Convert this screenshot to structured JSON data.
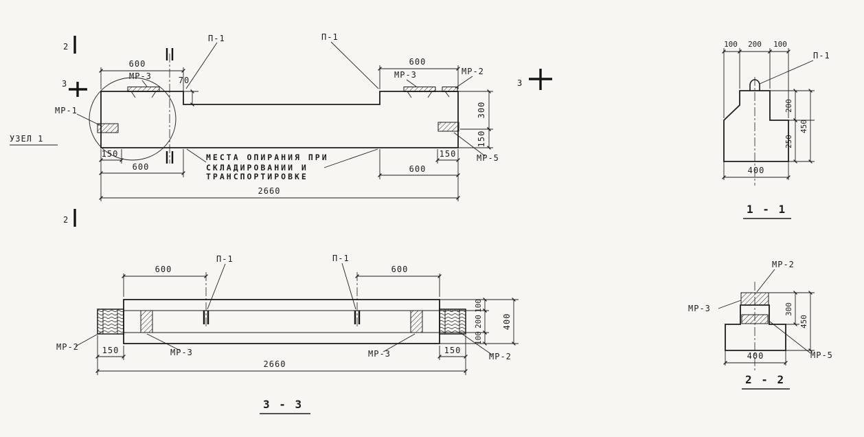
{
  "labels": {
    "p1": "П-1",
    "mp1": "МР-1",
    "mp2": "МР-2",
    "mp3": "МР-3",
    "mp5": "МР-5",
    "uzel": "УЗЕЛ 1",
    "sec2": "2",
    "sec3": "3"
  },
  "note": {
    "line1": "МЕСТА ОПИРАНИЯ ПРИ",
    "line2": "СКЛАДИРОВАНИИ И",
    "line3": "ТРАНСПОРТИРОВКЕ"
  },
  "dims": {
    "d70": "70",
    "d100": "100",
    "d150": "150",
    "d200": "200",
    "d250": "250",
    "d300": "300",
    "d400": "400",
    "d450": "450",
    "d600": "600",
    "d2660": "2660"
  },
  "sections": {
    "s11": "1 - 1",
    "s22": "2 - 2",
    "s33": "3 - 3"
  },
  "colors": {
    "ink": "#1c1c1c",
    "paper": "#f7f6f2"
  }
}
